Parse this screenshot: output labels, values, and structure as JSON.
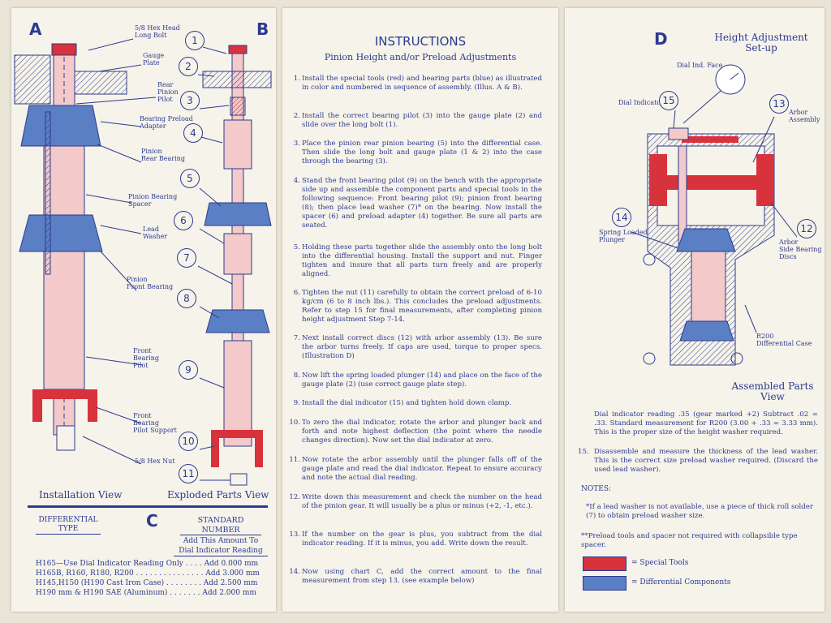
{
  "panel_a": {
    "letter_a": "A",
    "letter_b": "B",
    "letter_c": "C",
    "labels": [
      "5/8 Hex Head\nLong Bolt",
      "Gauge\nPlate",
      "Rear\nPinion\nPilot",
      "Bearing Preload\nAdapter",
      "Pinion\nRear Bearing",
      "Pinion Bearing\nSpacer",
      "Lead\nWasher",
      "Pinion\nFront Bearing",
      "Front\nBearing\nPilot",
      "Front\nBearing\nPilot Support",
      "5/8 Hex Nut"
    ],
    "callouts": [
      "1",
      "2",
      "3",
      "4",
      "5",
      "6",
      "7",
      "8",
      "9",
      "10",
      "11"
    ],
    "installation_view": "Installation View",
    "exploded_view": "Exploded Parts View",
    "table": {
      "col1": "DIFFERENTIAL\nTYPE",
      "col2_a": "STANDARD",
      "col2_b": "NUMBER",
      "col2_c": "Add This Amount To",
      "col2_d": "Dial Indicator Reading",
      "rows": [
        "H165—Use Dial Indicator Reading Only . . . . Add 0.000 mm",
        "H165B, R160, R180, R200 . . . . . . . . . . . . . . . Add 3.000 mm",
        "H145,H150 (H190 Cast Iron Case) . . . . . . . . Add 2.500 mm",
        "H190 mm & H190 SAE (Aluminum) . . . . . . . Add 2.000 mm"
      ]
    }
  },
  "panel_b": {
    "title": "INSTRUCTIONS",
    "subtitle": "Pinion Height and/or Preload Adjustments",
    "steps": [
      {
        "n": "1.",
        "t": "Install the special tools (red) and bearing parts (blue) as illustrated in color and numbered in sequence of assembly. (Illus. A & B)."
      },
      {
        "n": "2.",
        "t": "Install the correct bearing pilot (3) into the gauge plate (2) and slide over the long bolt (1)."
      },
      {
        "n": "3.",
        "t": "Place the pinion rear pinion bearing (5) into the differential case. Then slide the long bolt and gauge plate (1 & 2) into the case through the bearing (3)."
      },
      {
        "n": "4.",
        "t": "Stand the front bearing pilot (9) on the bench with the appropriate side up and assemble the component parts and special tools in the following sequence: Front bearing pilot (9); pinion front bearing (8); then place lead washer (7)* on the bearing. Now install the spacer (6) and preload adapter (4) together. Be sure all parts are seated."
      },
      {
        "n": "5.",
        "t": "Holding these parts together slide the assembly onto the long bolt into the differential housing. Install the support and nut. Finger tighten and insure that all parts turn freely and are properly aligned."
      },
      {
        "n": "6.",
        "t": "Tighten the nut (11) carefully to obtain the correct preload of 6-10 kg/cm (6 to 8 inch lbs.). This concludes the preload adjustments. Refer to step 15 for final measurements, after completing pinion height adjustment Step 7-14."
      },
      {
        "n": "7.",
        "t": "Next install correct discs (12) with arbor assembly (13). Be sure the arbor turns freely. If caps are used, torque to proper specs. (Illustration D)"
      },
      {
        "n": "8.",
        "t": "Now lift the spring loaded plunger (14) and place on the face of the gauge plate (2) (use correct gauge plate step)."
      },
      {
        "n": "9.",
        "t": "Install the dial indicator (15) and tighten hold down clamp."
      },
      {
        "n": "10.",
        "t": "To zero the dial indicator, rotate the arbor and plunger back and forth and note highest deflection (the point where the needle changes direction). Now set the dial indicator at zero."
      },
      {
        "n": "11.",
        "t": "Now rotate the arbor assembly until the plunger falls off of the gauge plate and read the dial indicator. Repeat to ensure accuracy and note the actual dial reading."
      },
      {
        "n": "12.",
        "t": "Write down this measurement and check the number on the head of the pinion gear. It will usually be a plus or minus (+2, -1, etc.)."
      },
      {
        "n": "13.",
        "t": "If the number on the gear is plus, you subtract from the dial indicator reading. If it is minus, you add. Write down the result."
      },
      {
        "n": "14.",
        "t": "Now using chart C, add the correct amount to the final measurement from step 13. (see example below)"
      }
    ]
  },
  "panel_d": {
    "letter_d": "D",
    "title_a": "Height Adjustment",
    "title_b": "Set-up",
    "dial_face": "Dial Ind. Face",
    "dial_indicator": "Dial Indicator",
    "arbor_assembly": "Arbor\nAssembly",
    "spring_plunger": "Spring Loaded\nPlunger",
    "arbor_discs": "Arbor\nSide Bearing\nDiscs",
    "case": "R200\nDifferential Case",
    "callouts": [
      "15",
      "13",
      "14",
      "12"
    ],
    "assembled_a": "Assembled Parts",
    "assembled_b": "View",
    "example": "Dial indicator reading .35 (gear marked +2) Subtract .02 = .33. Standard measurement for R200 (3.00 + .33 = 3.33 mm). This is the proper size of the height washer required.",
    "step15_n": "15.",
    "step15": "Disassemble and measure the thickness of the lead washer. This is the correct size preload washer required. (Discard the used lead washer).",
    "notes_title": "NOTES:",
    "note1": "*If a lead washer is not available, use a piece of thick roll solder (7) to obtain preload washer size.",
    "note2": "**Preload tools and spacer not required with collapsible type spacer.",
    "legend_special": "= Special Tools",
    "legend_diff": "= Differential Components",
    "colors": {
      "red": "#d8323c",
      "blue": "#5b7fc4",
      "pink": "#f3c9c9",
      "ink": "#2b3a8f"
    }
  }
}
